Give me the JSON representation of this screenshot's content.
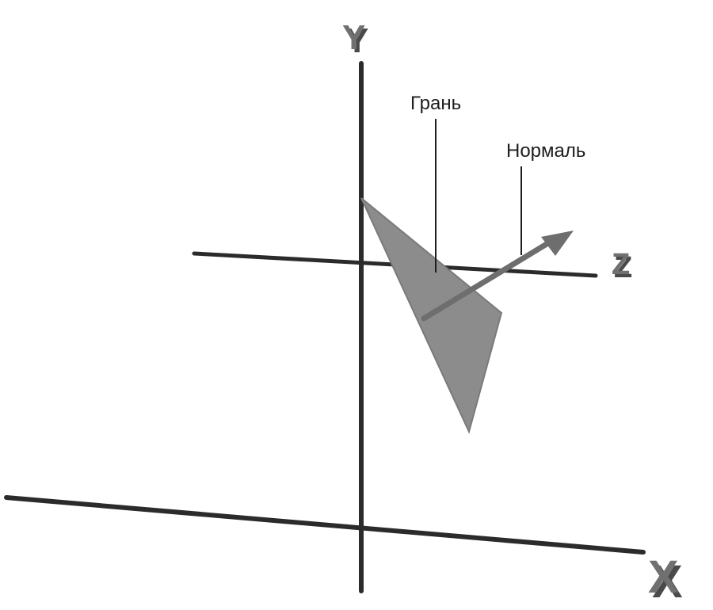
{
  "labels": {
    "face": "Грань",
    "normal": "Нормаль"
  },
  "axes": {
    "y": "Y",
    "z": "Z",
    "x": "X"
  },
  "colors": {
    "axis": "#2b2b2b",
    "face_fill": "#8c8c8c",
    "face_edge": "#7a7a7a",
    "normal_arrow": "#6e6e6e",
    "leader": "#1e1e1e",
    "axis_letter_front": "#707070",
    "axis_letter_side": "#4a4a4a"
  }
}
